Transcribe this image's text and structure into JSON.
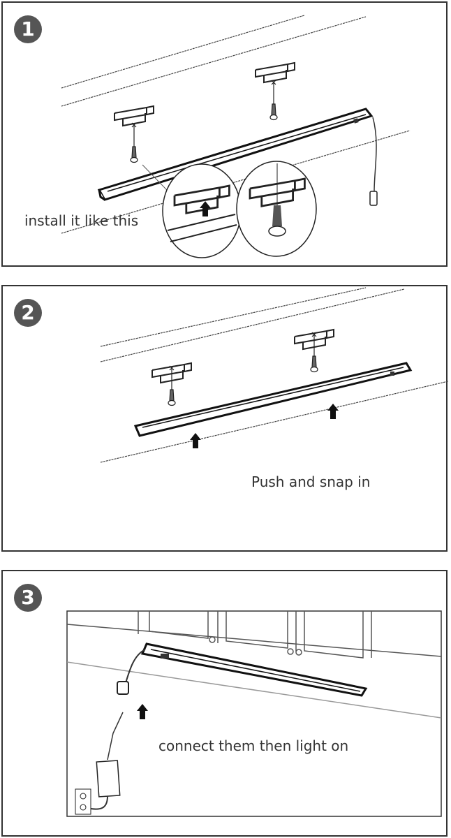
{
  "steps": [
    {
      "number": "1",
      "caption": "install it like this"
    },
    {
      "number": "2",
      "caption": "Push and snap in"
    },
    {
      "number": "3",
      "caption": "connect them then light on"
    }
  ],
  "colors": {
    "badge": "#555555",
    "line": "#222222",
    "border": "#333333"
  }
}
